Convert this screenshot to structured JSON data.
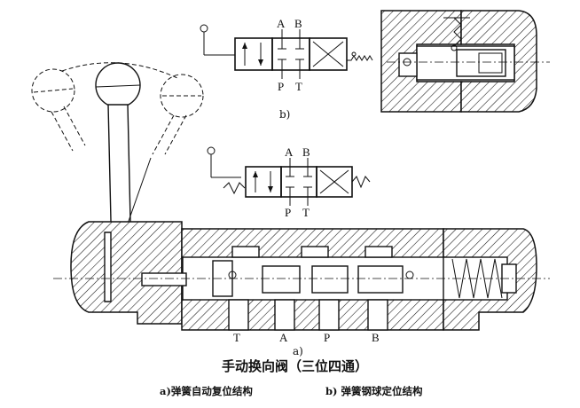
{
  "diagram": {
    "symbol_b": {
      "label": "b)",
      "ports_top": [
        "A",
        "B"
      ],
      "ports_bottom": [
        "P",
        "T"
      ]
    },
    "symbol_a": {
      "ports_top": [
        "A",
        "B"
      ],
      "ports_bottom": [
        "P",
        "T"
      ]
    },
    "valve_ports": [
      "T",
      "A",
      "P",
      "B"
    ],
    "figure_a_label": "a)",
    "title": "手动换向阀（三位四通）",
    "caption_a": "a)弹簧自动复位结构",
    "caption_b": "b) 弹簧钢球定位结构"
  }
}
